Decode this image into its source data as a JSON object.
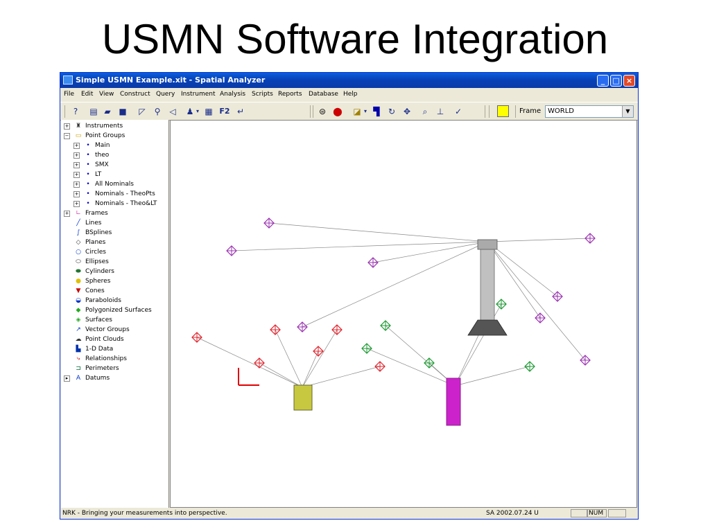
{
  "slide": {
    "title": "USMN Software Integration"
  },
  "window": {
    "title": "Simple USMN Example.xit - Spatial Analyzer",
    "controls": {
      "minimize": "_",
      "maximize": "□",
      "close": "×"
    }
  },
  "menu": [
    "File",
    "Edit",
    "View",
    "Construct",
    "Query",
    "Instrument",
    "Analysis",
    "Scripts",
    "Reports",
    "Database",
    "Help"
  ],
  "toolbar": {
    "f2_label": "F2",
    "frame_label": "Frame",
    "frame_value": "WORLD",
    "swatch_color": "#ffff00"
  },
  "tree": [
    {
      "label": "Instruments",
      "icon": "instrument-icon",
      "expander": "+"
    },
    {
      "label": "Point Groups",
      "icon": "folder-icon",
      "expander": "−"
    },
    {
      "label": "Main",
      "icon": "point-icon",
      "expander": "+"
    },
    {
      "label": "theo",
      "icon": "point-icon",
      "expander": "+"
    },
    {
      "label": "SMX",
      "icon": "point-icon",
      "expander": "+"
    },
    {
      "label": "LT",
      "icon": "point-icon",
      "expander": "+"
    },
    {
      "label": "All Nominals",
      "icon": "point-icon",
      "expander": "+"
    },
    {
      "label": "Nominals - TheoPts",
      "icon": "point-icon",
      "expander": "+"
    },
    {
      "label": "Nominals - Theo&LT",
      "icon": "point-icon",
      "expander": "+"
    },
    {
      "label": "Frames",
      "icon": "frame-icon",
      "expander": "+"
    },
    {
      "label": "Lines",
      "icon": "line-icon"
    },
    {
      "label": "BSplines",
      "icon": "bspline-icon"
    },
    {
      "label": "Planes",
      "icon": "plane-icon"
    },
    {
      "label": "Circles",
      "icon": "circle-icon"
    },
    {
      "label": "Ellipses",
      "icon": "ellipse-icon"
    },
    {
      "label": "Cylinders",
      "icon": "cylinder-icon"
    },
    {
      "label": "Spheres",
      "icon": "sphere-icon"
    },
    {
      "label": "Cones",
      "icon": "cone-icon"
    },
    {
      "label": "Paraboloids",
      "icon": "paraboloid-icon"
    },
    {
      "label": "Polygonized Surfaces",
      "icon": "polygon-surface-icon"
    },
    {
      "label": "Surfaces",
      "icon": "surface-icon"
    },
    {
      "label": "Vector Groups",
      "icon": "vector-icon"
    },
    {
      "label": "Point Clouds",
      "icon": "cloud-icon"
    },
    {
      "label": "1-D Data",
      "icon": "data-1d-icon"
    },
    {
      "label": "Relationships",
      "icon": "relationship-icon"
    },
    {
      "label": "Perimeters",
      "icon": "perimeter-icon"
    },
    {
      "label": "Datums",
      "icon": "datum-icon",
      "expander": "▸"
    }
  ],
  "status": {
    "message": "NRK - Bringing your measurements into perspective.",
    "version": "SA 2002.07.24 U",
    "num": "NUM"
  },
  "colors": {
    "titlebar": "#0842b8",
    "red_targets": "#e0202a",
    "purple_targets": "#9a30b0",
    "green_targets": "#1a9a30",
    "tracker": "#cc22cc",
    "total_station": "#c8c840",
    "robot": "#c0c0c0"
  }
}
